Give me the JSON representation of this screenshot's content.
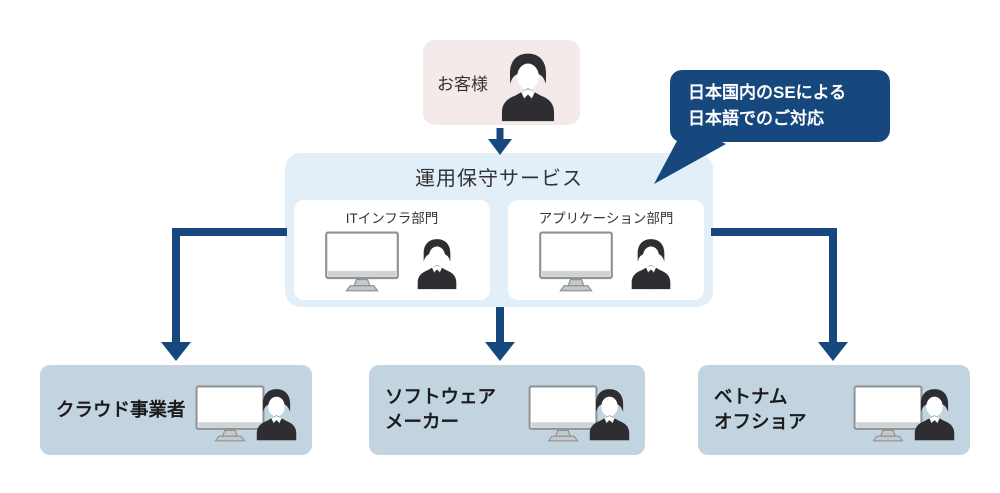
{
  "colors": {
    "accent_navy": "#16487d",
    "customer_bg": "#f4eaea",
    "service_bg": "#e2eef8",
    "dept_bg": "#ffffff",
    "partner_bg": "#c3d4e1",
    "text_dark": "#333333",
    "partner_text": "#1b1b1b",
    "callout_text": "#ffffff"
  },
  "customer": {
    "label": "お客様",
    "icon": "person-icon"
  },
  "callout": {
    "lines": [
      "日本国内のSEによる",
      "日本語でのご対応"
    ]
  },
  "service": {
    "title": "運用保守サービス",
    "departments": [
      {
        "label": "ITインフラ部門",
        "icons": [
          "monitor-icon",
          "person-icon"
        ]
      },
      {
        "label": "アプリケーション部門",
        "icons": [
          "monitor-icon",
          "person-icon"
        ]
      }
    ]
  },
  "partners": [
    {
      "lines": [
        "クラウド事業者"
      ],
      "icons": [
        "monitor-icon",
        "person-icon"
      ]
    },
    {
      "lines": [
        "ソフトウェア",
        "メーカー"
      ],
      "icons": [
        "monitor-icon",
        "person-icon"
      ]
    },
    {
      "lines": [
        "ベトナム",
        "オフショア"
      ],
      "icons": [
        "monitor-icon",
        "person-icon"
      ]
    }
  ]
}
